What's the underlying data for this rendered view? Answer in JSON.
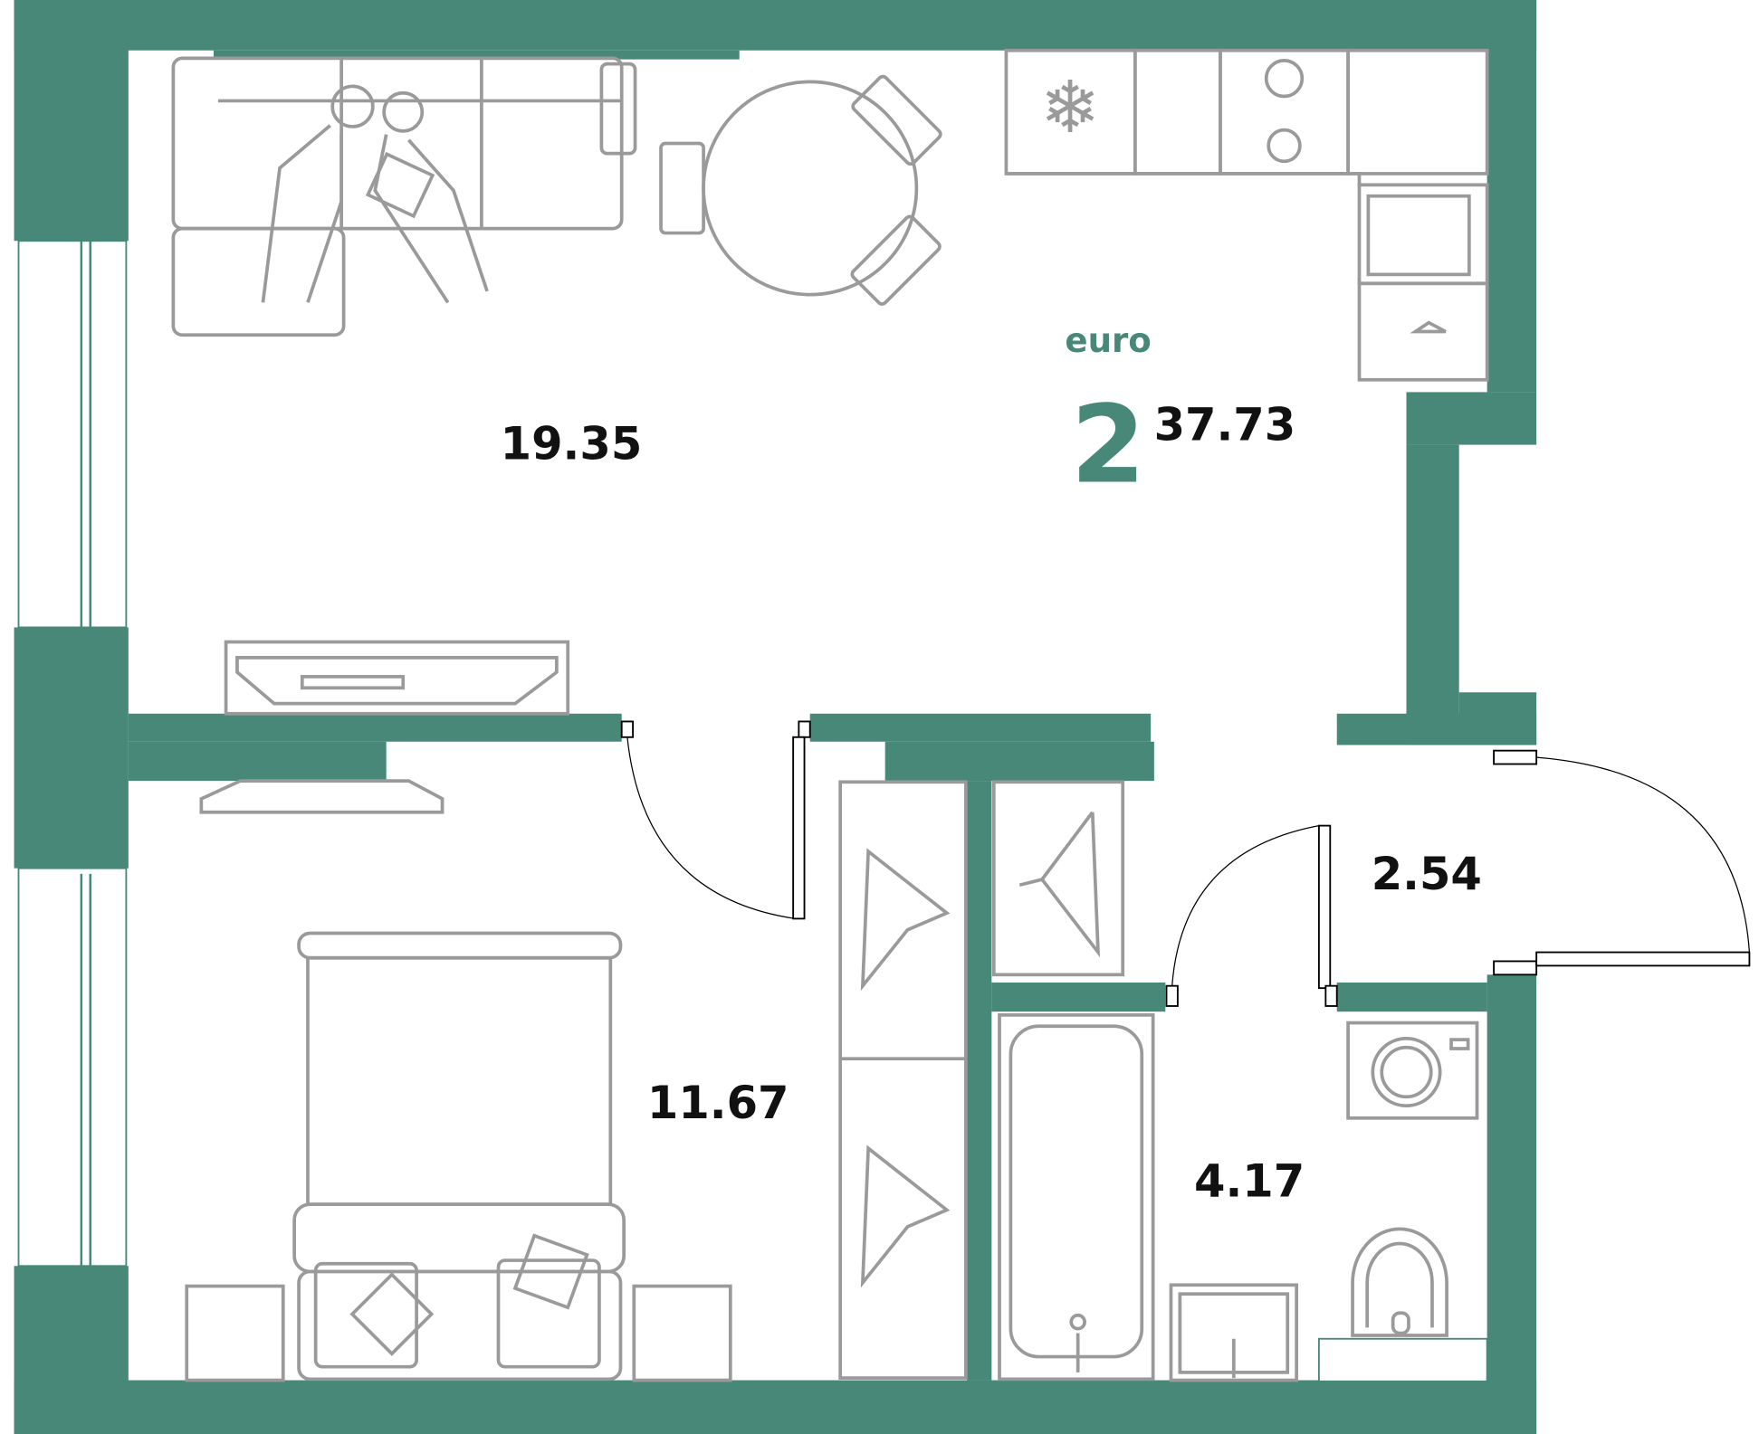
{
  "plan": {
    "type_label": "euro",
    "rooms_count": "2",
    "total_area": "37.73",
    "rooms": [
      {
        "name": "living-kitchen",
        "area": "19.35"
      },
      {
        "name": "bedroom",
        "area": "11.67"
      },
      {
        "name": "hallway",
        "area": "2.54"
      },
      {
        "name": "bathroom",
        "area": "4.17"
      }
    ],
    "colors": {
      "wall": "#488878",
      "furniture": "#9a9a9a",
      "label": "#488878"
    }
  }
}
